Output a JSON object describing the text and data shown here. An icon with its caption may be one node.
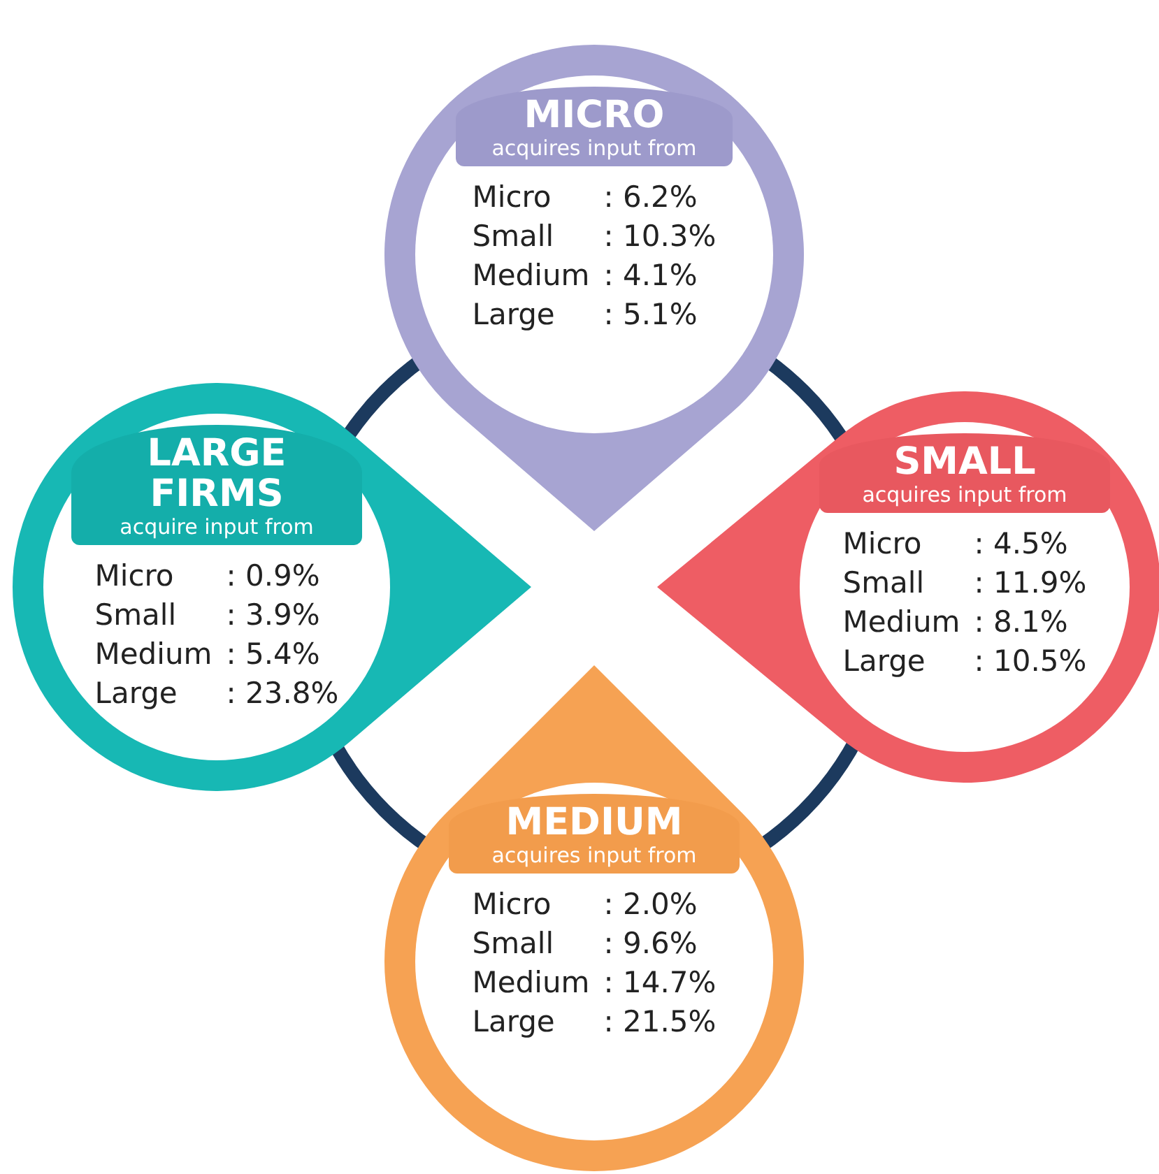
{
  "diagram": {
    "nodes": [
      {
        "text": [
          "MICRO",
          "acquires input from",
          "Micro : 6.2%",
          "Small : 10.3%",
          "Medium : 4.1%",
          "Large : 5.1%"
        ]
      },
      {
        "text": [
          "LARGE FIRMS",
          "acquire input from",
          "Micro : 0.9%",
          "Small : 3.9%",
          "Medium : 5.4%",
          "Large : 23.8%"
        ]
      },
      {
        "text": [
          "SMALL",
          "acquires input from",
          "Micro : 4.5%",
          "Small : 11.9%",
          "Medium : 8.1%",
          "Large : 10.5%"
        ]
      },
      {
        "text": [
          "MEDIUM",
          "acquires input from",
          "Micro : 2.0%",
          "Small : 9.6%",
          "Medium : 14.7%",
          "Large : 21.5%"
        ]
      }
    ]
  }
}
